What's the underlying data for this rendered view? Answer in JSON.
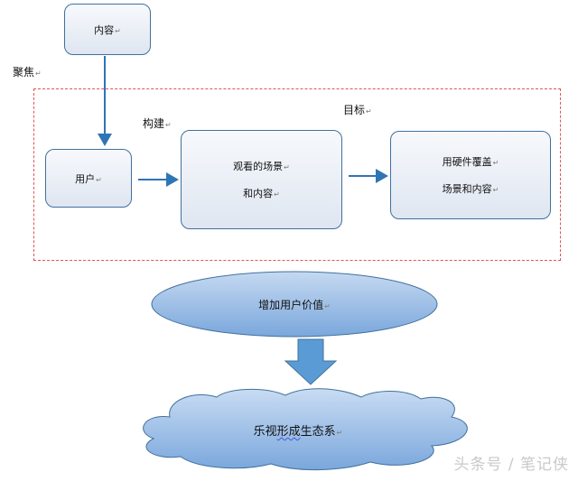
{
  "nodes": {
    "content": "内容",
    "user": "用户",
    "scene_line1": "观看的场景",
    "scene_line2": "和内容",
    "hardware_line1": "用硬件覆盖",
    "hardware_line2": "场景和内容",
    "value": "增加用户价值",
    "ecosystem_prefix": "乐视",
    "ecosystem_squiggle": "形成",
    "ecosystem_suffix": "生态系"
  },
  "labels": {
    "focus": "聚焦",
    "build": "构建",
    "goal": "目标"
  },
  "paragraph_mark": "↵",
  "watermark": "头条号 / 笔记侠",
  "colors": {
    "arrow": "#2e75b6",
    "box_border": "#41719c",
    "dashed_frame": "#e05555",
    "shape_fill_top": "#c5d9f1",
    "shape_fill_bottom": "#6f9fd6",
    "big_arrow": "#5b9bd5"
  }
}
